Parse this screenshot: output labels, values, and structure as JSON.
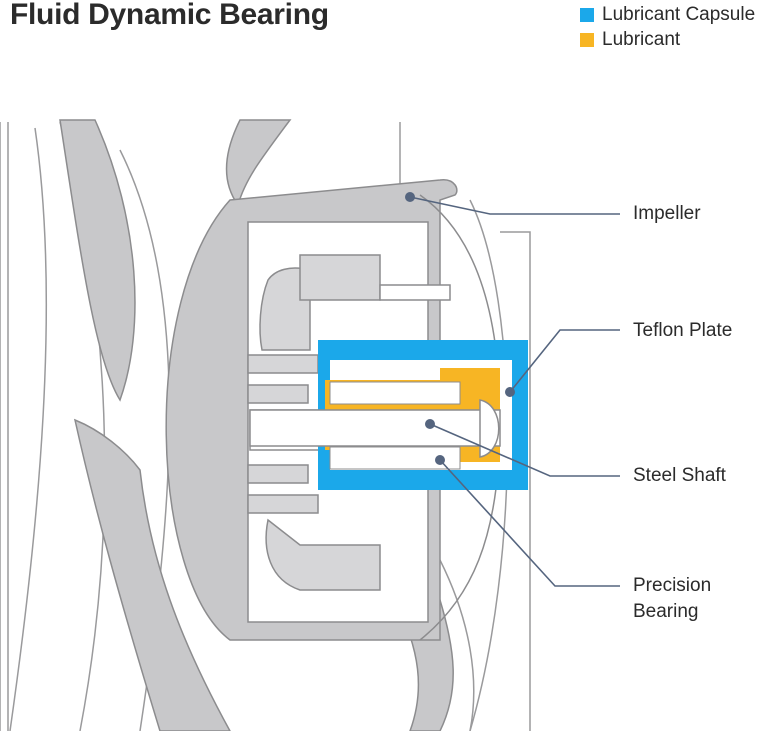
{
  "title": "Fluid Dynamic Bearing",
  "legend": [
    {
      "label": "Lubricant Capsule",
      "color": "#1ba8ea"
    },
    {
      "label": "Lubricant",
      "color": "#f7b524"
    }
  ],
  "callouts": {
    "impeller": "Impeller",
    "teflon_plate": "Teflon Plate",
    "steel_shaft": "Steel Shaft",
    "precision_bearing_line1": "Precision",
    "precision_bearing_line2": "Bearing"
  },
  "colors": {
    "body_fill": "#c8c8ca",
    "outline": "#8c8c8e",
    "leader": "#55657f",
    "capsule": "#1ba8ea",
    "lubricant": "#f7b524"
  }
}
